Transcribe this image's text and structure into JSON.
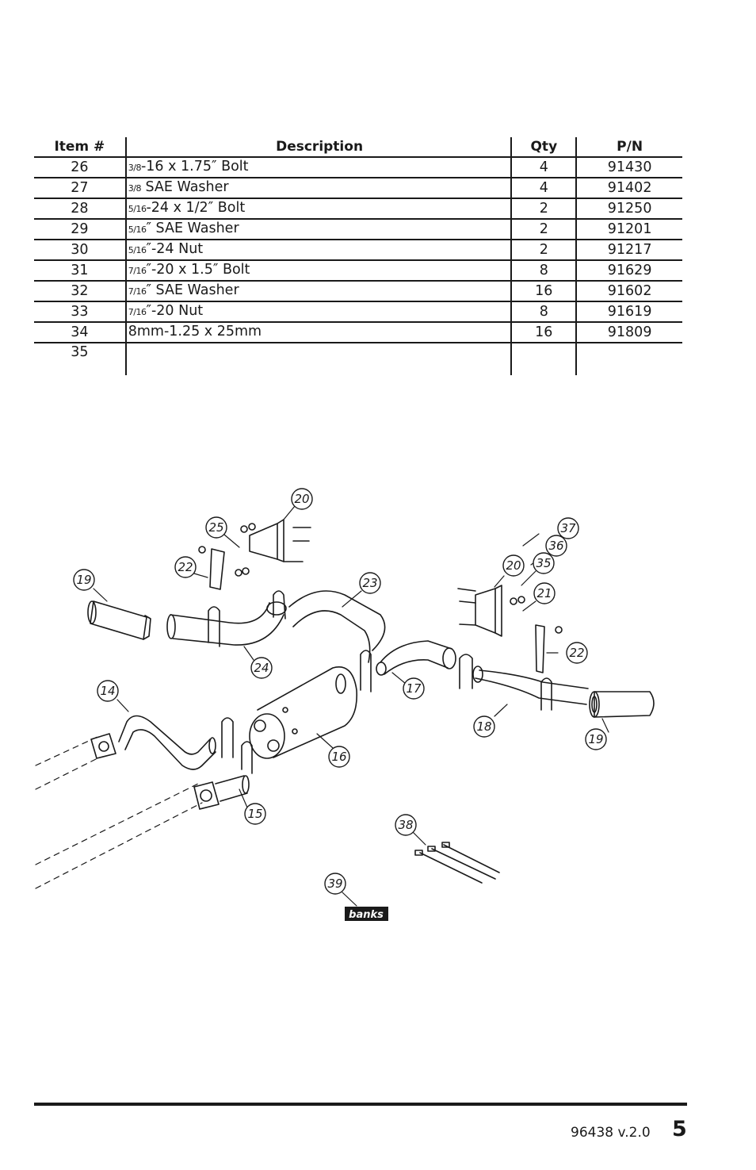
{
  "table": {
    "headers": [
      "Item #",
      "Description",
      "Qty",
      "P/N"
    ],
    "rows": [
      {
        "item": "26",
        "frac": "3/8",
        "desc": "-16 x 1.75″ Bolt",
        "qty": "4",
        "pn": "91430"
      },
      {
        "item": "27",
        "frac": "3/8",
        "desc": " SAE Washer",
        "qty": "4",
        "pn": "91402"
      },
      {
        "item": "28",
        "frac": "5/16",
        "desc": "-24 x 1/2″ Bolt",
        "qty": "2",
        "pn": "91250"
      },
      {
        "item": "29",
        "frac": "5/16",
        "desc": "″ SAE Washer",
        "qty": "2",
        "pn": "91201"
      },
      {
        "item": "30",
        "frac": "5/16",
        "desc": "″-24 Nut",
        "qty": "2",
        "pn": "91217"
      },
      {
        "item": "31",
        "frac": "7/16",
        "desc": "″-20 x 1.5″ Bolt",
        "qty": "8",
        "pn": "91629"
      },
      {
        "item": "32",
        "frac": "7/16",
        "desc": "″ SAE Washer",
        "qty": "16",
        "pn": "91602"
      },
      {
        "item": "33",
        "frac": "7/16",
        "desc": "″-20 Nut",
        "qty": "8",
        "pn": "91619"
      },
      {
        "item": "34",
        "frac": "",
        "desc": "8mm-1.25 x 25mm",
        "qty": "16",
        "pn": "91809"
      },
      {
        "item": "35",
        "frac": "",
        "desc": "",
        "qty": "",
        "pn": ""
      }
    ]
  },
  "diagram": {
    "callouts": {
      "c20a": "20",
      "c25": "25",
      "c22a": "22",
      "c19a": "19",
      "c23": "23",
      "c24": "24",
      "c37": "37",
      "c36": "36",
      "c35": "35",
      "c20b": "20",
      "c21": "21",
      "c22b": "22",
      "c17": "17",
      "c18": "18",
      "c19b": "19",
      "c14": "14",
      "c16": "16",
      "c15": "15",
      "c38": "38",
      "c39": "39"
    },
    "logo_text": "banks"
  },
  "footer": {
    "doc_version": "96438 v.2.0",
    "page_number": "5"
  }
}
